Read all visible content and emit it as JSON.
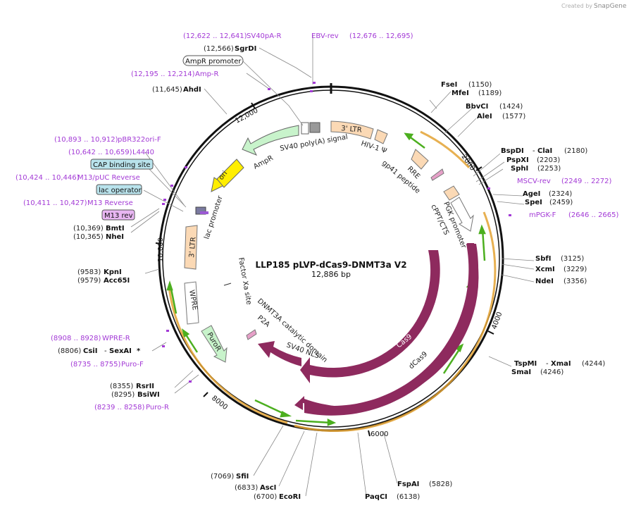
{
  "plasmid": {
    "name": "LLP185 pLVP-dCas9-DNMT3a V2",
    "length": "12,886 bp"
  },
  "watermark": {
    "created_by": "Created by",
    "brand": "SnapGene"
  },
  "colors": {
    "primer": "#a33ad6",
    "orange_arc": "#e3a232",
    "green_arrow": "#4caf1f",
    "cas": "#8e2a5e",
    "ltr": "#fbd9b5",
    "ampr": "#c8f3cb",
    "ori": "#ffee00"
  },
  "ticks": [
    "2000",
    "4000",
    "6000",
    "8000",
    "10,000",
    "12,000"
  ],
  "sites": {
    "sgrdi": {
      "coord": "(12,566)",
      "name": "SgrDI"
    },
    "ahdi": {
      "coord": "(11,645)",
      "name": "AhdI"
    },
    "fsei": {
      "name": "FseI",
      "coord": "(1150)"
    },
    "mfei": {
      "name": "MfeI",
      "coord": "(1189)"
    },
    "bbvci": {
      "name": "BbvCI",
      "coord": "(1424)"
    },
    "alei": {
      "name": "AleI",
      "coord": "(1577)"
    },
    "bspdi": {
      "name": "BspDI",
      "sep": "- ",
      "name2": "ClaI",
      "coord": "(2180)"
    },
    "pspxi": {
      "name": "PspXI",
      "coord": "(2203)"
    },
    "sphi": {
      "name": "SphI",
      "coord": "(2253)"
    },
    "agei": {
      "name": "AgeI",
      "coord": "(2324)"
    },
    "spei": {
      "name": "SpeI",
      "coord": "(2459)"
    },
    "sbfi": {
      "name": "SbfI",
      "coord": "(3125)"
    },
    "xcmi": {
      "name": "XcmI",
      "coord": "(3229)"
    },
    "ndei": {
      "name": "NdeI",
      "coord": "(3356)"
    },
    "tspmi": {
      "name": "TspMI",
      "sep": "- ",
      "name2": "XmaI",
      "coord": "(4244)"
    },
    "smai": {
      "name": "SmaI",
      "coord": "(4246)"
    },
    "fspai": {
      "name": "FspAI",
      "coord": "(5828)"
    },
    "paqci": {
      "name": "PaqCI",
      "coord": "(6138)"
    },
    "ecori": {
      "coord": "(6700)",
      "name": "EcoRI"
    },
    "asci": {
      "coord": "(6833)",
      "name": "AscI"
    },
    "sfii": {
      "coord": "(7069)",
      "name": "SfiI"
    },
    "bsiwi": {
      "coord": "(8295)",
      "name": "BsiWI"
    },
    "rsrii": {
      "coord": "(8355)",
      "name": "RsrII"
    },
    "csii": {
      "coord": "(8806)",
      "name": "CsiI",
      "sep": "- ",
      "name2": "SexAI",
      "star": "*"
    },
    "acc65i": {
      "coord": "(9579)",
      "name": "Acc65I"
    },
    "kpni": {
      "coord": "(9583)",
      "name": "KpnI"
    },
    "nhei": {
      "coord": "(10,365)",
      "name": "NheI"
    },
    "bmti": {
      "coord": "(10,369)",
      "name": "BmtI"
    }
  },
  "primers": {
    "sv40pa_r": {
      "range": "(12,622 .. 12,641)",
      "name": "SV40pA-R"
    },
    "ebv_rev": {
      "name": "EBV-rev",
      "range": "(12,676 .. 12,695)"
    },
    "amp_r": {
      "range": "(12,195 .. 12,214)",
      "name": "Amp-R"
    },
    "pbr322ori_f": {
      "range": "(10,893 .. 10,912)",
      "name": "pBR322ori-F"
    },
    "l4440": {
      "range": "(10,642 .. 10,659)",
      "name": "L4440"
    },
    "m13_puc_rev": {
      "range": "(10,424 .. 10,446)",
      "name": "M13/pUC Reverse"
    },
    "m13_reverse": {
      "range": "(10,411 .. 10,427)",
      "name": "M13 Reverse"
    },
    "mscv_rev": {
      "name": "MSCV-rev",
      "range": "(2249 .. 2272)"
    },
    "mpgk_f": {
      "name": "mPGK-F",
      "range": "(2646 .. 2665)"
    },
    "wpre_r": {
      "range": "(8908 .. 8928)",
      "name": "WPRE-R"
    },
    "puro_f": {
      "range": "(8735 .. 8755)",
      "name": "Puro-F"
    },
    "puro_r": {
      "range": "(8239 .. 8258)",
      "name": "Puro-R"
    }
  },
  "boxed_labels": {
    "ampr_promoter": "AmpR promoter",
    "cap_binding_site": "CAP binding site",
    "lac_operator": "lac operator",
    "m13_rev": "M13 rev"
  },
  "features": {
    "ltr5": "3' LTR",
    "ltr3": "3' LTR",
    "hiv_psi": "HIV-1 Ψ",
    "rre": "RRE",
    "gp41": "gp41 peptide",
    "cppt": "cPPT/CTS",
    "pgk": "PGK promoter",
    "sv40polya": "SV40 poly(A) signal",
    "ampr": "AmpR",
    "ori": "ori",
    "lac_promoter": "lac promoter",
    "wpre": "WPRE",
    "puror": "PuroR",
    "factor_xa": "Factor Xa site",
    "dnmt3a": "DNMT3A catalytic domain",
    "p2a": "P2A",
    "sv40nls": "SV40 NLS",
    "cas9": "Cas9",
    "dcas9": "dCas9"
  }
}
